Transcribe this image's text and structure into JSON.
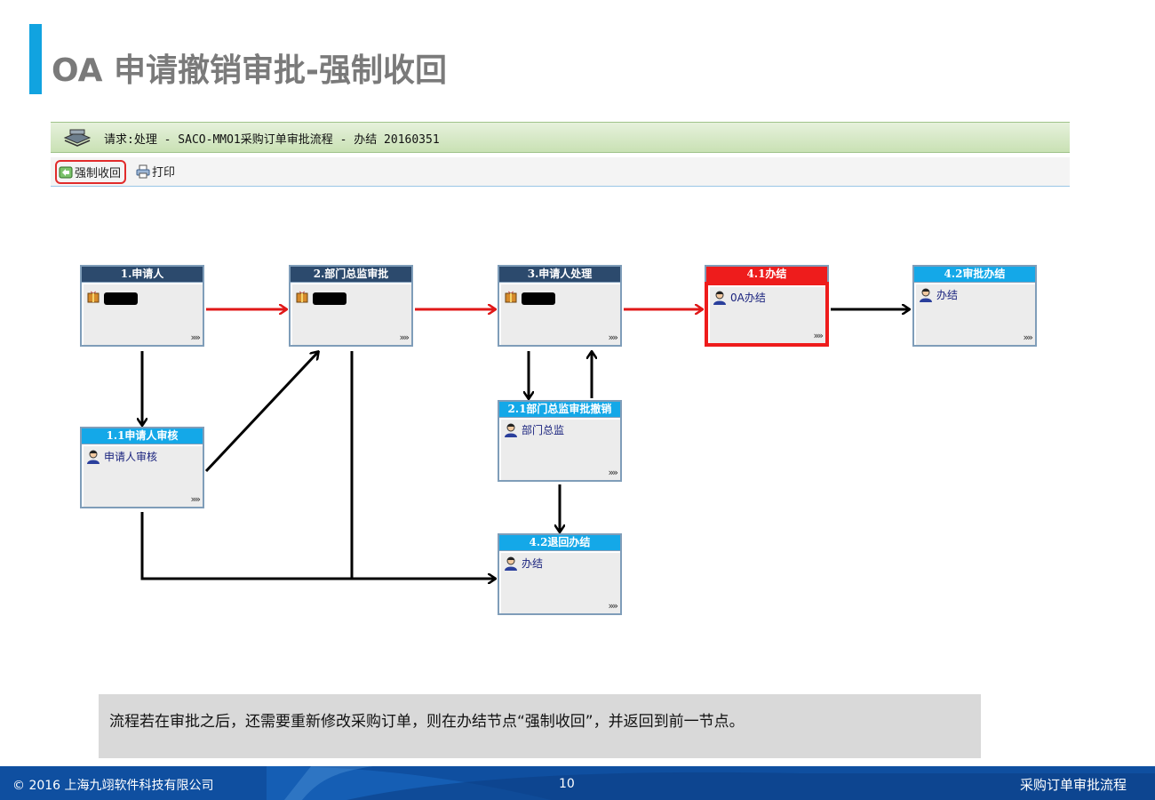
{
  "slide": {
    "title": "OA 申请撤销审批-强制收回",
    "accent_color": "#11a3e0"
  },
  "app": {
    "header_title": "请求:处理 - SACO-MMO1采购订单审批流程 - 办结 20160351",
    "toolbar": {
      "recall_label": "强制收回",
      "print_label": "打印"
    }
  },
  "flow": {
    "nodes": [
      {
        "id": "n1",
        "title": "1.申请人",
        "detail": "",
        "redacted": true,
        "header_color": "#2c4a6d",
        "icon": "gift-icon"
      },
      {
        "id": "n2",
        "title": "2.部门总监审批",
        "detail": "",
        "redacted": true,
        "header_color": "#2c4a6d",
        "icon": "gift-icon"
      },
      {
        "id": "n3",
        "title": "3.申请人处理",
        "detail": "",
        "redacted": true,
        "header_color": "#2c4a6d",
        "icon": "gift-icon"
      },
      {
        "id": "n41",
        "title": "4.1办结",
        "detail": "0A办结",
        "redacted": false,
        "header_color": "#ee1c1c",
        "icon": "person-icon",
        "highlighted": true
      },
      {
        "id": "n42a",
        "title": "4.2审批办结",
        "detail": "办结",
        "redacted": false,
        "header_color": "#14a8e8",
        "icon": "person-icon"
      },
      {
        "id": "n11",
        "title": "1.1申请人审核",
        "detail": "申请人审核",
        "redacted": false,
        "header_color": "#14a8e8",
        "icon": "person-icon"
      },
      {
        "id": "n21",
        "title": "2.1部门总监审批撤销",
        "detail": "部门总监",
        "redacted": false,
        "header_color": "#14a8e8",
        "icon": "person-icon"
      },
      {
        "id": "n42b",
        "title": "4.2退回办结",
        "detail": "办结",
        "redacted": false,
        "header_color": "#14a8e8",
        "icon": "person-icon"
      }
    ],
    "more_symbol": "»»",
    "active_edge_color": "#e01818",
    "normal_edge_color": "#000000"
  },
  "caption": {
    "text": "流程若在审批之后，还需要重新修改采购订单，则在办结节点“强制收回”，并返回到前一节点。"
  },
  "footer": {
    "copyright": "© 2016 上海九翊软件科技有限公司",
    "page": "10",
    "section": "采购订单审批流程"
  }
}
